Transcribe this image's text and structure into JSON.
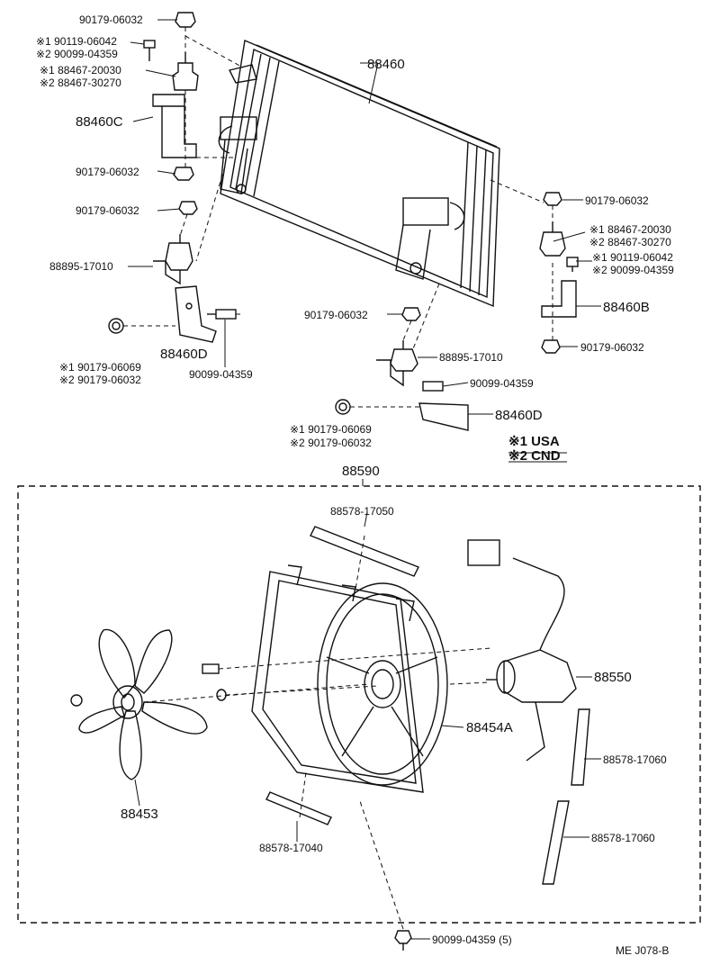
{
  "labels": {
    "p_90179_06032_a": "90179-06032",
    "p_n1_90119_06042_a": "※1 90119-06042",
    "p_n2_90099_04359_a": "※2 90099-04359",
    "p_n1_88467_20030_a": "※1 88467-20030",
    "p_n2_88467_30270_a": "※2 88467-30270",
    "p_88460": "88460",
    "p_88460C": "88460C",
    "p_90179_06032_b": "90179-06032",
    "p_90179_06032_c": "90179-06032",
    "p_88895_17010_a": "88895-17010",
    "p_88460D_a": "88460D",
    "p_n1_90179_06069_a": "※1 90179-06069",
    "p_n2_90179_06032_a": "※2 90179-06032",
    "p_90099_04359_a": "90099-04359",
    "p_90179_06032_d": "90179-06032",
    "p_n1_88467_20030_b": "※1 88467-20030",
    "p_n2_88467_30270_b": "※2 88467-30270",
    "p_n1_90119_06042_b": "※1 90119-06042",
    "p_n2_90099_04359_b": "※2 90099-04359",
    "p_88460B": "88460B",
    "p_90179_06032_e": "90179-06032",
    "p_90179_06032_f": "90179-06032",
    "p_88895_17010_b": "88895-17010",
    "p_90099_04359_b": "90099-04359",
    "p_88460D_b": "88460D",
    "p_n1_90179_06069_b": "※1 90179-06069",
    "p_n2_90179_06032_b": "※2 90179-06032",
    "legend_1": "※1 USA",
    "legend_2": "※2 CND",
    "p_88590": "88590",
    "p_88578_17050": "88578-17050",
    "p_88550": "88550",
    "p_88454A": "88454A",
    "p_88578_17060_a": "88578-17060",
    "p_88578_17060_b": "88578-17060",
    "p_88453": "88453",
    "p_88578_17040": "88578-17040",
    "p_90099_04359_5": "90099-04359 (5)",
    "footer_code": "ME  J078-B"
  }
}
